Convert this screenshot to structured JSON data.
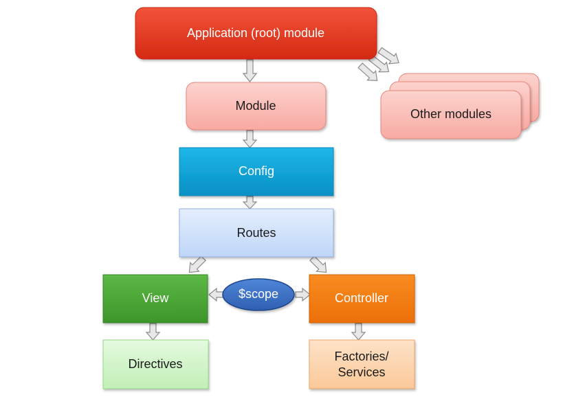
{
  "nodes": {
    "app_root": {
      "label": "Application (root) module",
      "color": "#e8321c"
    },
    "module": {
      "label": "Module",
      "color": "#f9b3ab"
    },
    "other_modules": {
      "label": "Other modules",
      "color": "#fbc5bf"
    },
    "config": {
      "label": "Config",
      "color": "#0aa1d6"
    },
    "routes": {
      "label": "Routes",
      "color": "#cde0fb"
    },
    "view": {
      "label": "View",
      "color": "#4ca637"
    },
    "scope": {
      "label": "$scope",
      "color": "#3a6fc4"
    },
    "controller": {
      "label": "Controller",
      "color": "#f47c0f"
    },
    "directives": {
      "label": "Directives",
      "color": "#cdf3c4"
    },
    "factories": {
      "label_line1": "Factories/",
      "label_line2": "Services",
      "color": "#fcd4ac"
    }
  }
}
